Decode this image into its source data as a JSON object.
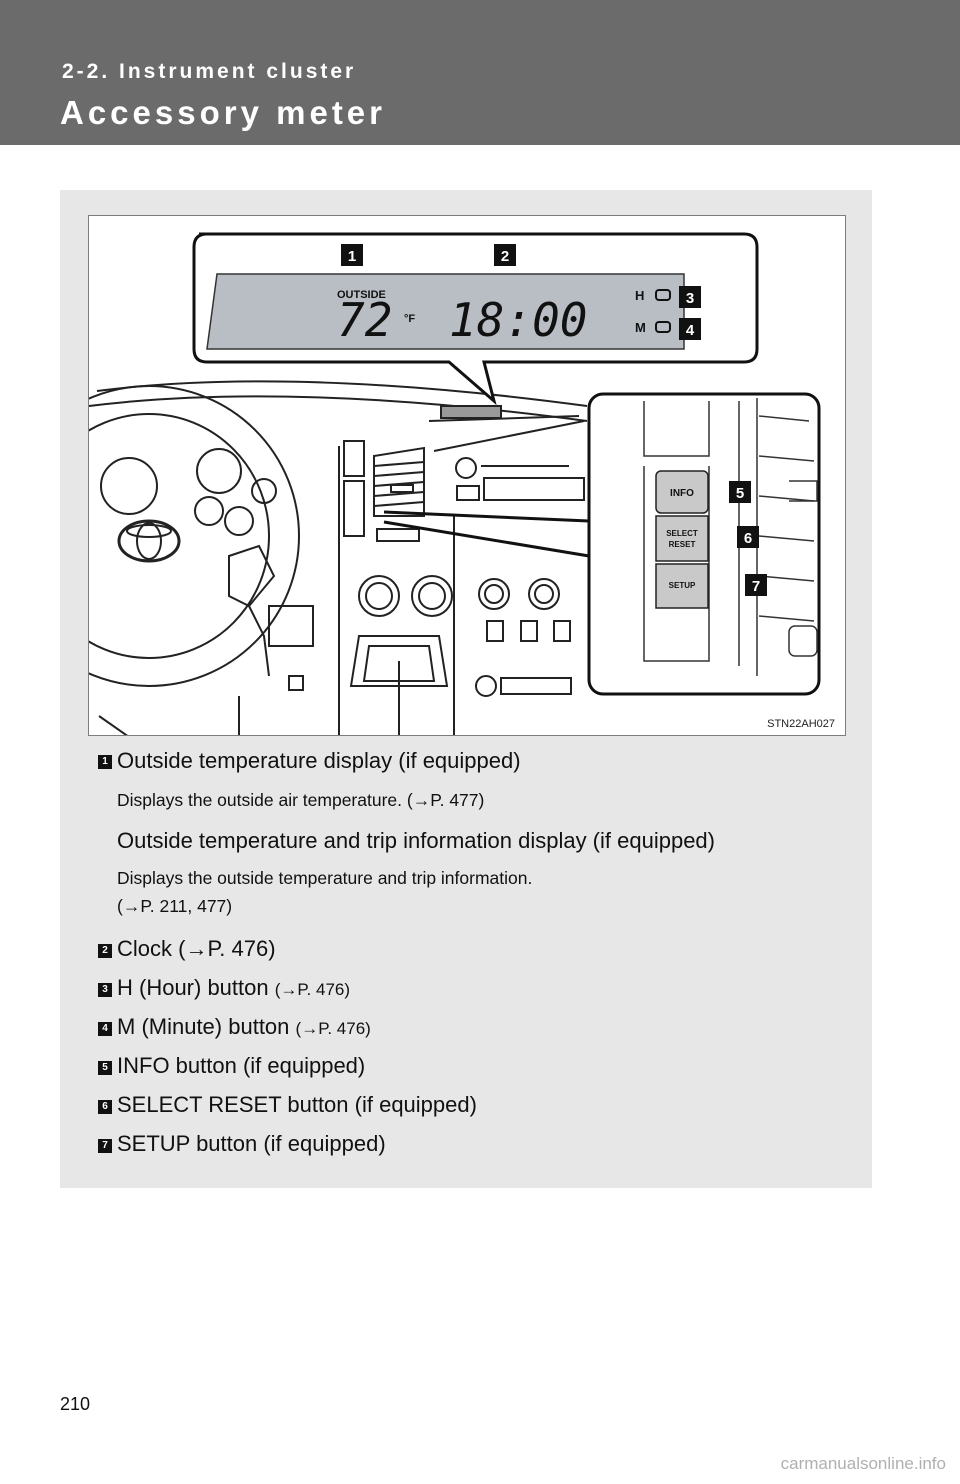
{
  "header": {
    "section": "2-2. Instrument cluster",
    "title": "Accessory meter"
  },
  "figure": {
    "code": "STN22AH027",
    "display": {
      "outside_label": "OUTSIDE",
      "temperature": "72",
      "unit": "°F",
      "clock": "18:00",
      "hour_button": "H",
      "minute_button": "M"
    },
    "buttons": {
      "info": "INFO",
      "select": "SELECT",
      "reset": "RESET",
      "setup": "SETUP"
    },
    "callouts": [
      "1",
      "2",
      "3",
      "4",
      "5",
      "6",
      "7"
    ]
  },
  "items": [
    {
      "num": "1",
      "title": "Outside temperature display (if equipped)",
      "desc": "Displays the outside air temperature. (→P. 477)"
    },
    {
      "title": "Outside temperature and trip information display (if equipped)",
      "desc_line1": "Displays the outside temperature and trip information.",
      "desc_line2": "(→P. 211, 477)"
    },
    {
      "num": "2",
      "title": "Clock (→P. 476)"
    },
    {
      "num": "3",
      "title": "H (Hour) button",
      "ref": "(→P. 476)"
    },
    {
      "num": "4",
      "title": "M (Minute) button",
      "ref": "(→P. 476)"
    },
    {
      "num": "5",
      "title": "INFO button (if equipped)"
    },
    {
      "num": "6",
      "title": "SELECT RESET button (if equipped)"
    },
    {
      "num": "7",
      "title": "SETUP button (if equipped)"
    }
  ],
  "page_number": "210",
  "watermark": "carmanualsonline.info"
}
